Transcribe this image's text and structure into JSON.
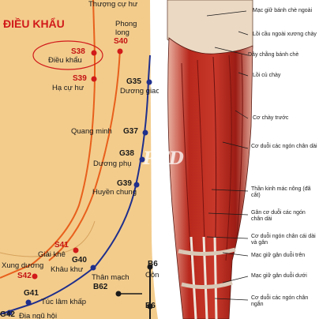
{
  "title": "ĐIỀU KHẨU",
  "watermark": "PTD",
  "colors": {
    "skin": "#f3cc8c",
    "stomach_meridian": "#e8601c",
    "gallbladder_meridian": "#1f2f8c",
    "bladder_meridian": "#1a1a1a",
    "highlight": "#d11a1a",
    "muscle": "#b8281c"
  },
  "acupoints": [
    {
      "code": "S38",
      "name": "Điều khẩu"
    },
    {
      "code": "S39",
      "name": "Hạ cự hư"
    },
    {
      "code": "S40",
      "name": "Phong long"
    },
    {
      "code": "G35",
      "name": "Dương giao"
    },
    {
      "code": "G37",
      "name": "Quang minh"
    },
    {
      "code": "G38",
      "name": "Dương phụ"
    },
    {
      "code": "G39",
      "name": "Huyền chung"
    },
    {
      "code": "S41",
      "name": "Giải khê"
    },
    {
      "code": "G40",
      "name": "Khâu khư"
    },
    {
      "code": "S42",
      "name": "Xung dương"
    },
    {
      "code": "G41",
      "name": "Túc lâm khấp"
    },
    {
      "code": "B62",
      "name": "Thân mạch"
    },
    {
      "code": "B6",
      "name": "Côn"
    },
    {
      "code": "B6",
      "name": ""
    },
    {
      "code": "G42",
      "name": "Địa ngũ hội"
    }
  ],
  "top_label": "Thượng cự hư",
  "anatomy_labels": [
    "Mạc giữ bánh chè ngoài",
    "Lồi cầu ngoài xương chày",
    "Dây chằng bánh chè",
    "Lồi củ chày",
    "Cơ chày trước",
    "Cơ duỗi các ngón chân dài",
    "Thần kinh mác nông (đã cắt)",
    "Gân cơ duỗi các ngón chân dài",
    "Cơ duỗi ngón chân cái dài và gân",
    "Mạc giữ gân duỗi trên",
    "Mạc giữ gân duỗi dưới",
    "Cơ duỗi các ngón chân ngắn"
  ]
}
